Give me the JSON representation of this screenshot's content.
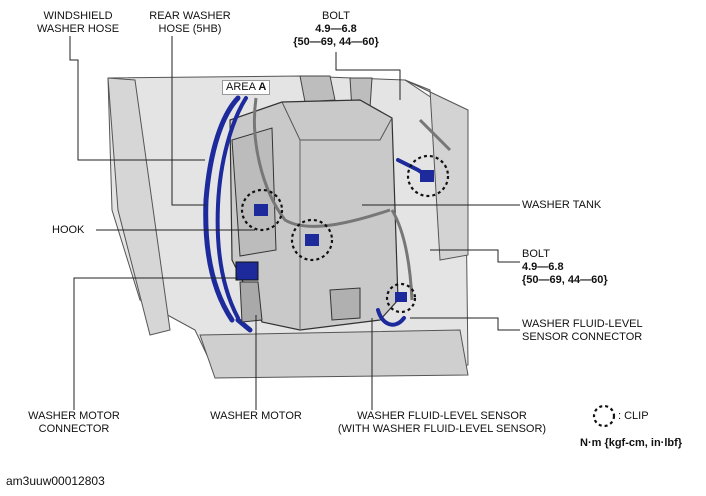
{
  "labels": {
    "windshield_washer_hose": [
      "WINDSHIELD",
      "WASHER HOSE"
    ],
    "rear_washer_hose": [
      "REAR WASHER",
      "HOSE (5HB)"
    ],
    "bolt_top": {
      "name": "BOLT",
      "value1": "4.9—6.8",
      "value2": "{50—69, 44—60}"
    },
    "area": {
      "text": "AREA",
      "letter": "A"
    },
    "washer_tank": "WASHER TANK",
    "hook": "HOOK",
    "bolt_right": {
      "name": "BOLT",
      "value1": "4.9—6.8",
      "value2": "{50—69, 44—60}"
    },
    "level_sensor_connector": [
      "WASHER FLUID-LEVEL",
      "SENSOR CONNECTOR"
    ],
    "washer_motor_connector": [
      "WASHER MOTOR",
      "CONNECTOR"
    ],
    "washer_motor": "WASHER MOTOR",
    "level_sensor": [
      "WASHER FLUID-LEVEL SENSOR",
      "(WITH WASHER FLUID-LEVEL SENSOR)"
    ],
    "clip_legend": ": CLIP",
    "units": "N·m {kgf-cm, in·lbf}",
    "figure_id": "am3uuw00012803"
  },
  "colors": {
    "hose": "#1c2a9c",
    "tank": "#c9c9c9",
    "line": "#222222"
  }
}
